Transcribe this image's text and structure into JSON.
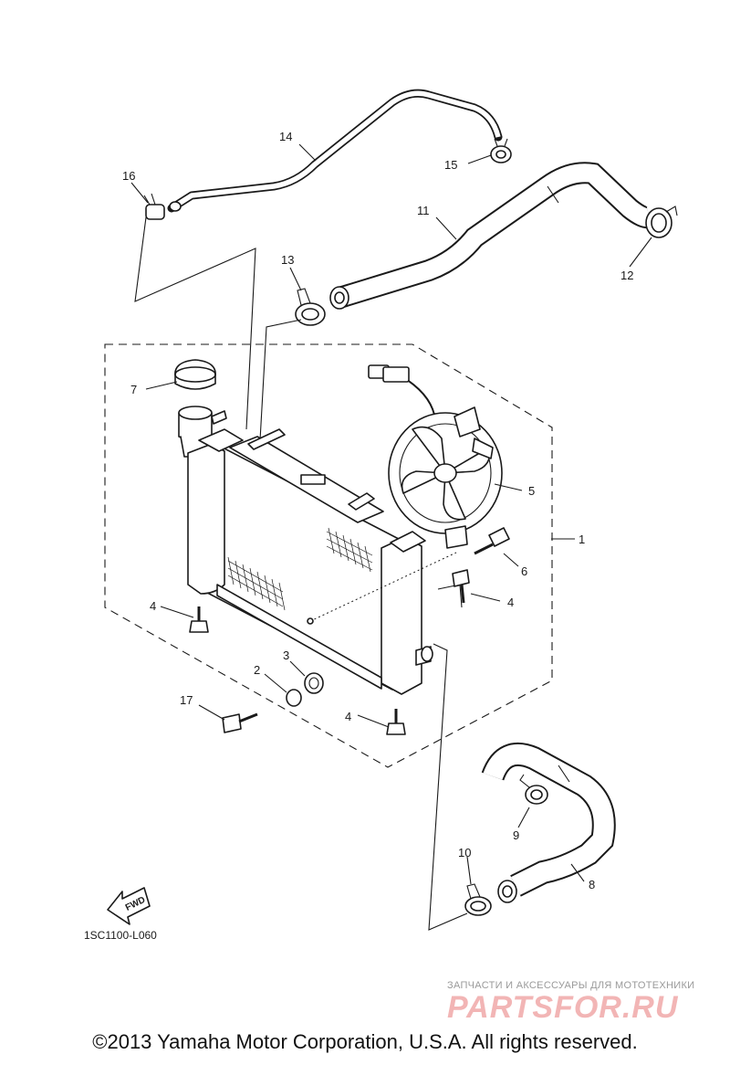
{
  "callouts": {
    "c1": "1",
    "c2": "2",
    "c3": "3",
    "c4a": "4",
    "c4b": "4",
    "c4c": "4",
    "c5": "5",
    "c6": "6",
    "c7": "7",
    "c8": "8",
    "c9": "9",
    "c10": "10",
    "c11": "11",
    "c12": "12",
    "c13": "13",
    "c14": "14",
    "c15": "15",
    "c16": "16",
    "c17": "17"
  },
  "fwd_label": "FWD",
  "diagram_code": "1SC1100-L060",
  "watermark": {
    "caption": "ЗАПЧАСТИ И АКСЕССУАРЫ ДЛЯ МОТОТЕХНИКИ",
    "logo": "PARTSFOR.RU"
  },
  "copyright": "©2013 Yamaha Motor Corporation, U.S.A. All rights reserved.",
  "colors": {
    "line": "#1a1a1a",
    "watermark_logo": "#f2b5b5",
    "background": "#ffffff"
  }
}
